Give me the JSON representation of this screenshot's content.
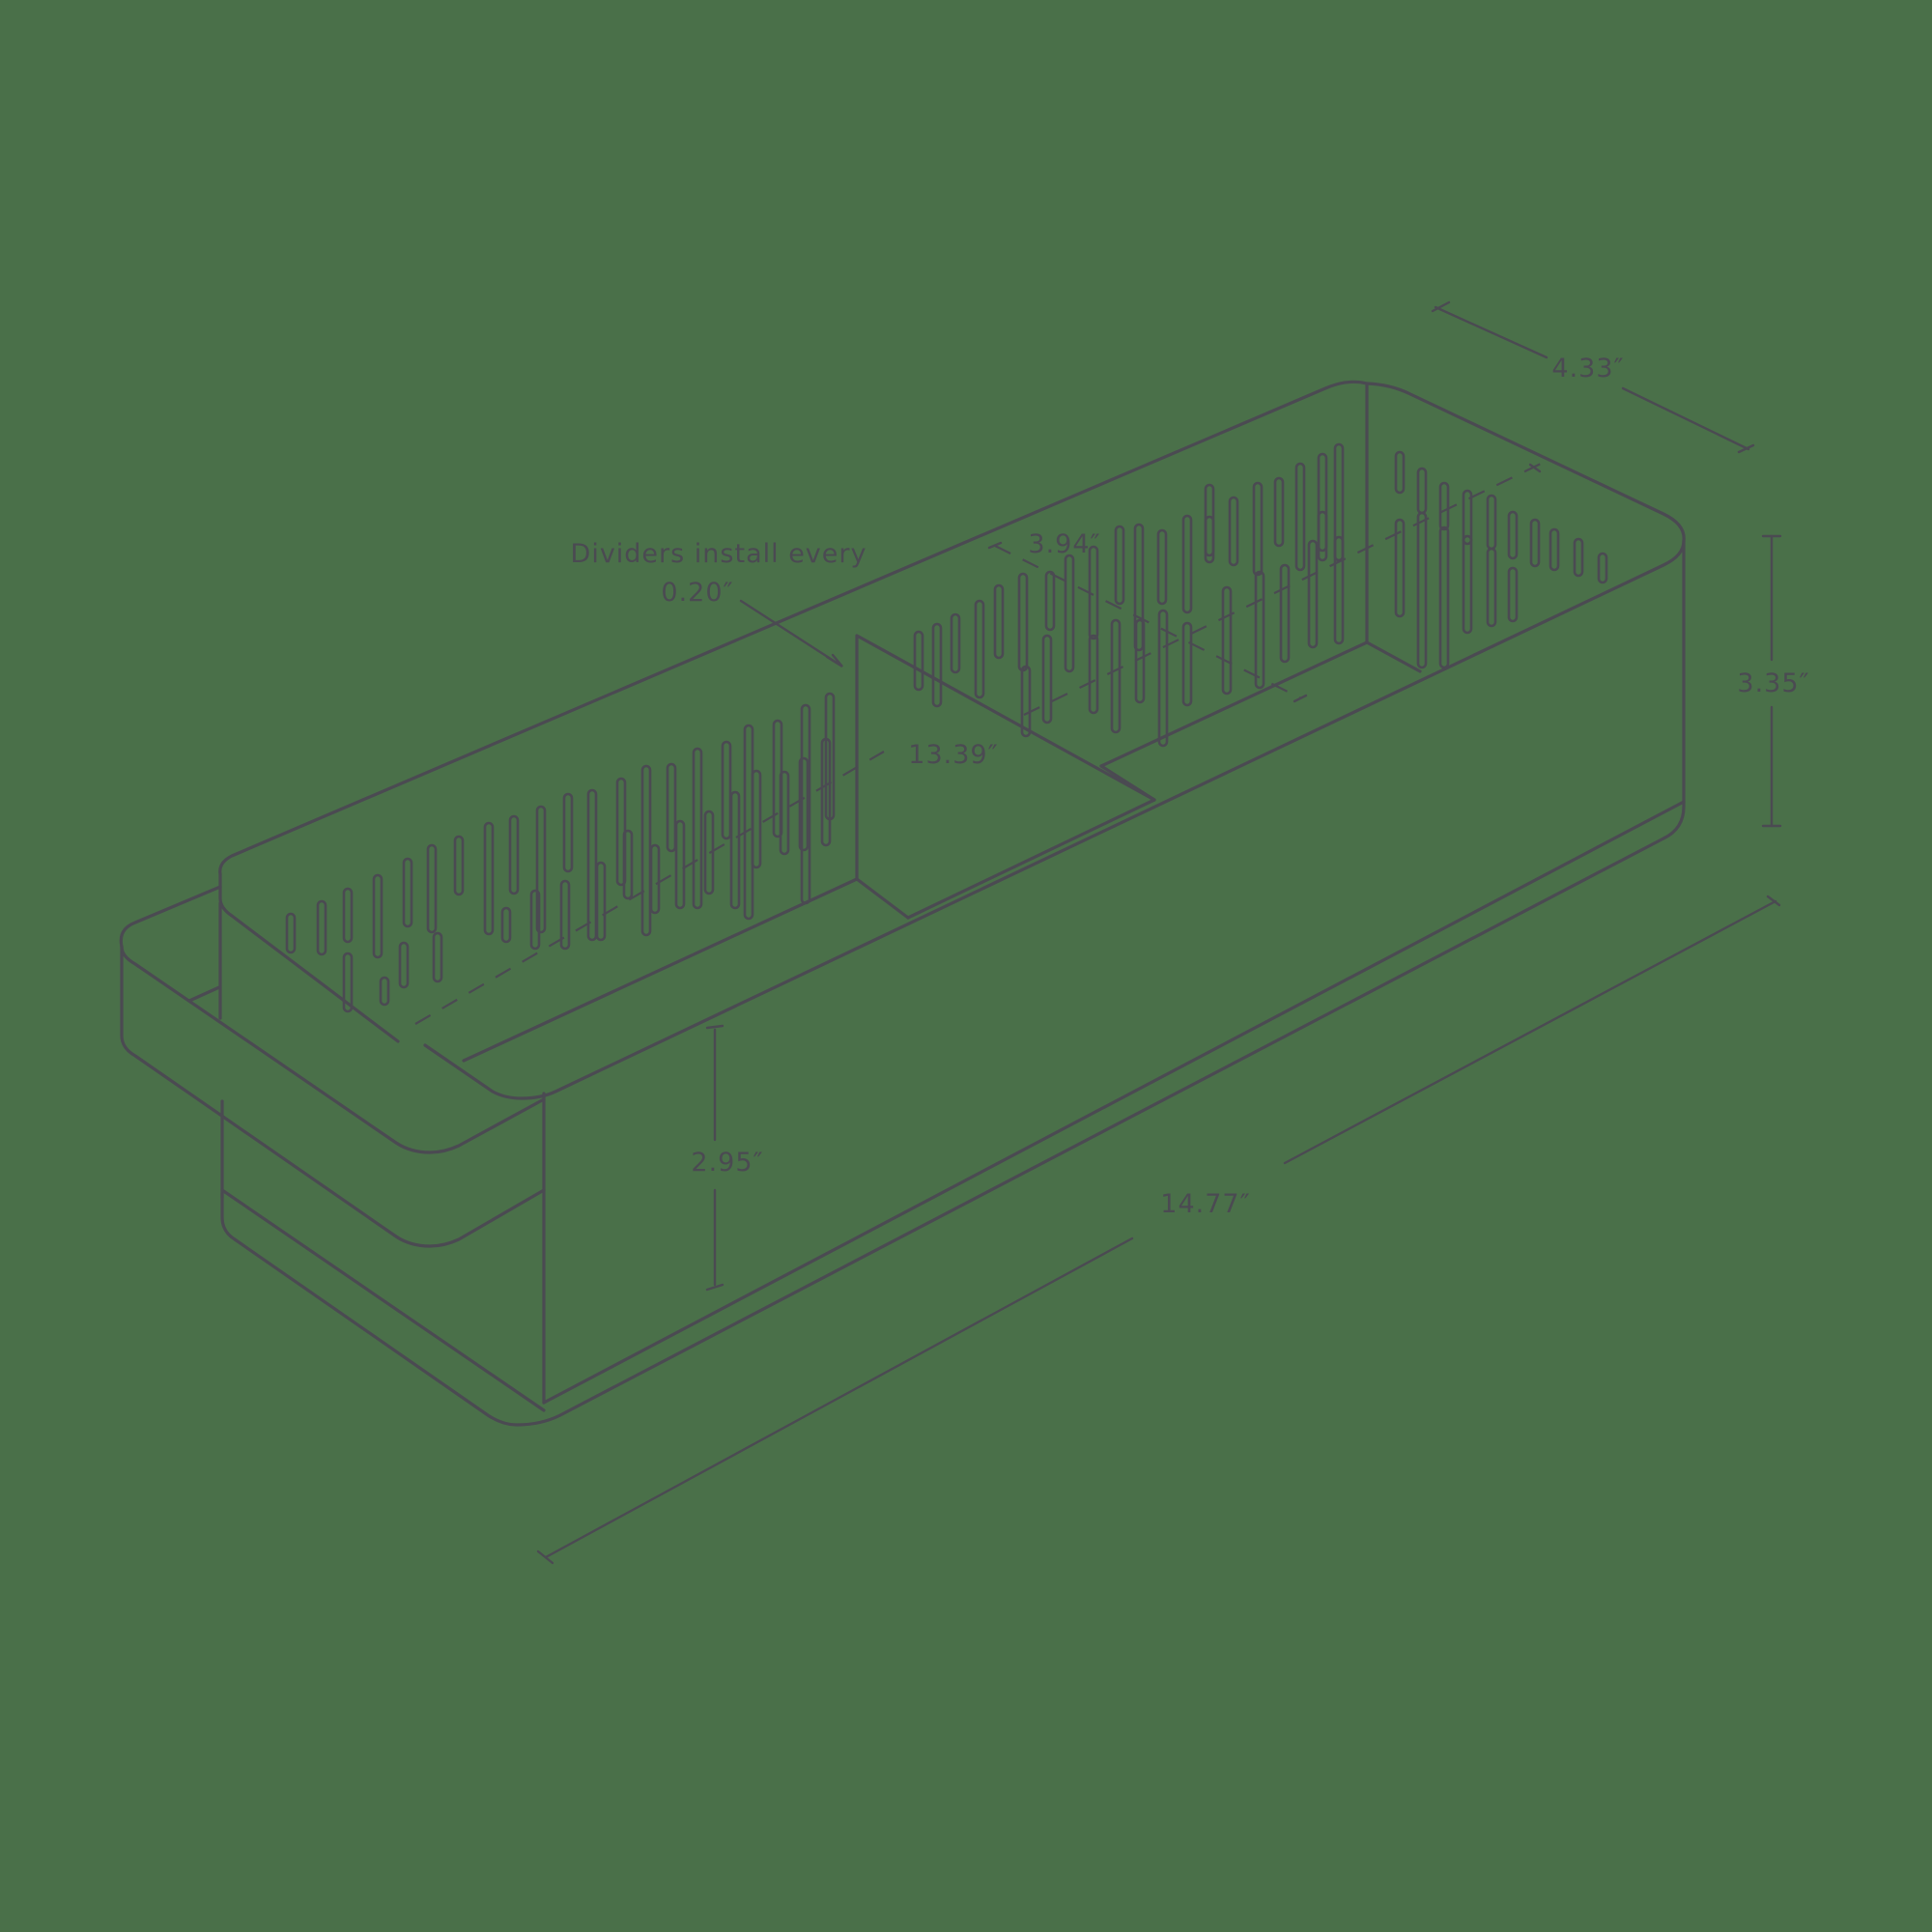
{
  "diagram": {
    "subject": "drawer organizer tray with dividers",
    "colors": {
      "background": "#4a7049",
      "line": "#4b4a52",
      "text": "#4b4a52"
    },
    "annotation": {
      "line1": "Dividers install every",
      "line2": "0.20″"
    },
    "dimensions": {
      "depth_outer": "4.33″",
      "depth_inner": "3.94″",
      "length_inner": "13.39″",
      "height_outer": "3.35″",
      "height_inner": "2.95″",
      "length_outer": "14.77″"
    }
  }
}
